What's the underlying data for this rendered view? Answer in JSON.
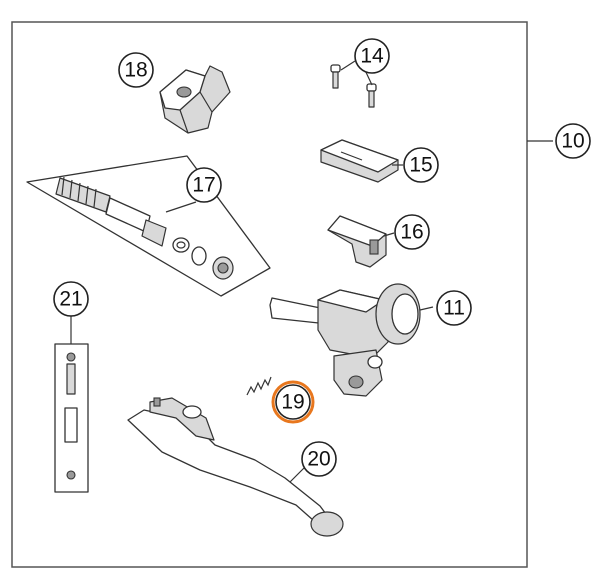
{
  "diagram": {
    "type": "exploded parts diagram",
    "highlight_color": "#e8771e",
    "highlighted_part": "19",
    "callouts": [
      {
        "id": "c10",
        "label": "10"
      },
      {
        "id": "c11",
        "label": "11"
      },
      {
        "id": "c14",
        "label": "14"
      },
      {
        "id": "c15",
        "label": "15"
      },
      {
        "id": "c16",
        "label": "16"
      },
      {
        "id": "c17",
        "label": "17"
      },
      {
        "id": "c18",
        "label": "18"
      },
      {
        "id": "c19",
        "label": "19"
      },
      {
        "id": "c20",
        "label": "20"
      },
      {
        "id": "c21",
        "label": "21"
      }
    ]
  }
}
